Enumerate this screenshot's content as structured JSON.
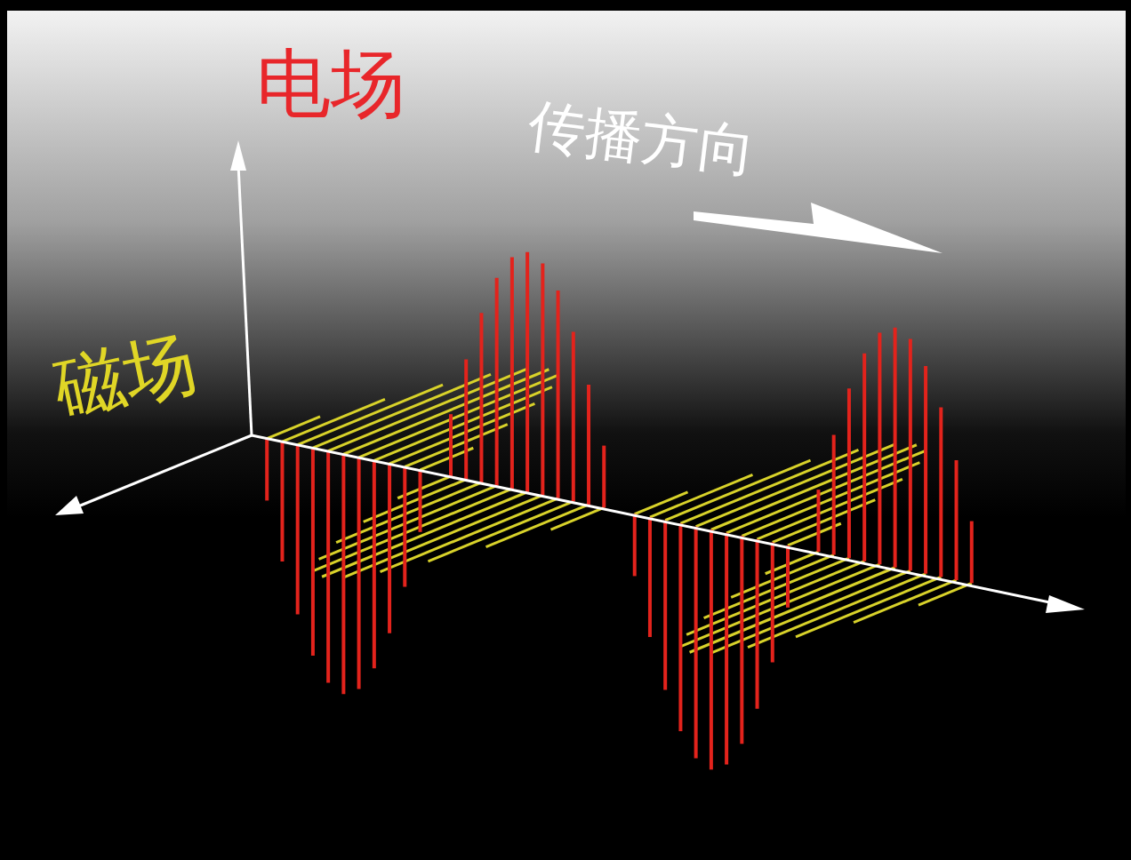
{
  "diagram": {
    "labels": [
      "电场",
      "磁场",
      "传播方向"
    ]
  }
}
